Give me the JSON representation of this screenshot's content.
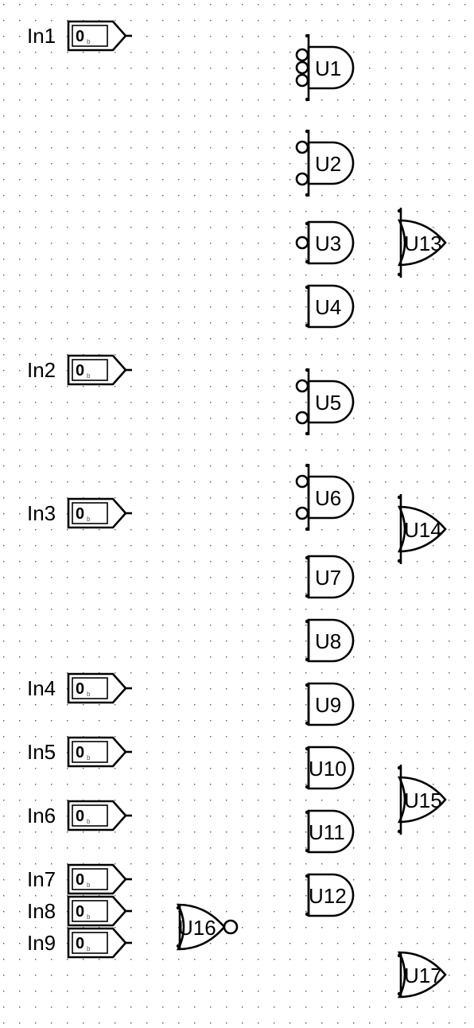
{
  "inputs": [
    {
      "name": "In1",
      "value": "0",
      "base": "b"
    },
    {
      "name": "In2",
      "value": "0",
      "base": "b"
    },
    {
      "name": "In3",
      "value": "0",
      "base": "b"
    },
    {
      "name": "In4",
      "value": "0",
      "base": "b"
    },
    {
      "name": "In5",
      "value": "0",
      "base": "b"
    },
    {
      "name": "In6",
      "value": "0",
      "base": "b"
    },
    {
      "name": "In7",
      "value": "0",
      "base": "b"
    },
    {
      "name": "In8",
      "value": "0",
      "base": "b"
    },
    {
      "name": "In9",
      "value": "0",
      "base": "b"
    }
  ],
  "gates": [
    {
      "name": "U1",
      "type": "and",
      "inverted_inputs": 3
    },
    {
      "name": "U2",
      "type": "and",
      "inverted_inputs": 2
    },
    {
      "name": "U3",
      "type": "and",
      "inverted_inputs": 1
    },
    {
      "name": "U4",
      "type": "and",
      "inverted_inputs": 0
    },
    {
      "name": "U5",
      "type": "and",
      "inverted_inputs": 2
    },
    {
      "name": "U6",
      "type": "and",
      "inverted_inputs": 2
    },
    {
      "name": "U7",
      "type": "and",
      "inverted_inputs": 0
    },
    {
      "name": "U8",
      "type": "and",
      "inverted_inputs": 0
    },
    {
      "name": "U9",
      "type": "and",
      "inverted_inputs": 0
    },
    {
      "name": "U10",
      "type": "and",
      "inverted_inputs": 0
    },
    {
      "name": "U11",
      "type": "and",
      "inverted_inputs": 0
    },
    {
      "name": "U12",
      "type": "and",
      "inverted_inputs": 0
    },
    {
      "name": "U13",
      "type": "or",
      "inverted_inputs": 0
    },
    {
      "name": "U14",
      "type": "or",
      "inverted_inputs": 0
    },
    {
      "name": "U15",
      "type": "or",
      "inverted_inputs": 0
    },
    {
      "name": "U16",
      "type": "nor",
      "inverted_inputs": 0
    },
    {
      "name": "U17",
      "type": "or",
      "inverted_inputs": 0
    }
  ]
}
